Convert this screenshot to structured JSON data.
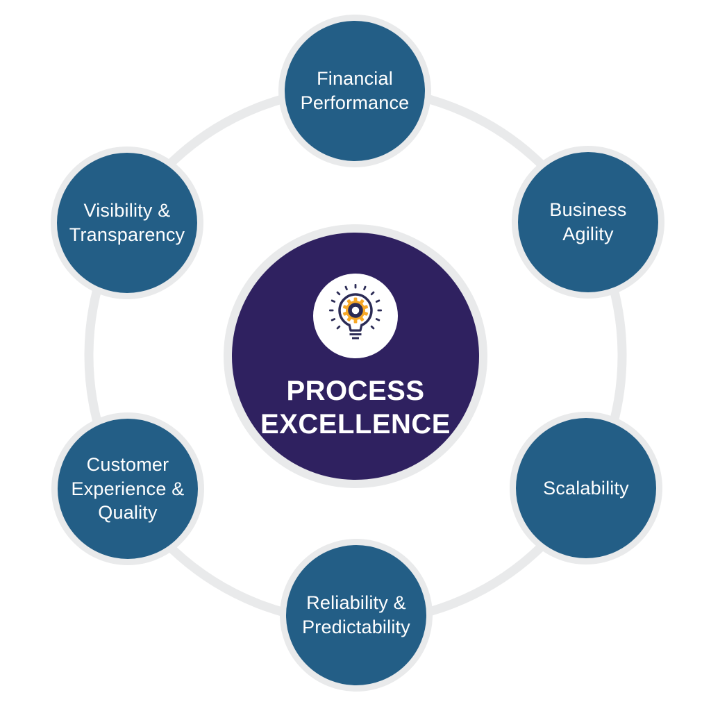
{
  "diagram": {
    "type": "hub-and-spoke-cycle",
    "center": {
      "label": "PROCESS\nEXCELLENCE",
      "icon": "lightbulb-gear-icon"
    },
    "nodes": [
      {
        "label": "Financial\nPerformance"
      },
      {
        "label": "Business\nAgility"
      },
      {
        "label": "Scalability"
      },
      {
        "label": "Reliability &\nPredictability"
      },
      {
        "label": "Customer\nExperience &\nQuality"
      },
      {
        "label": "Visibility &\nTransparency"
      }
    ],
    "colors": {
      "node_fill": "#235E86",
      "center_fill": "#2F2160",
      "ring_gray": "#E9EAEB",
      "label_text": "#FFFFFF",
      "icon_outline": "#2B2B55",
      "icon_gear_accent": "#F7A827",
      "background": "#FFFFFF"
    }
  }
}
